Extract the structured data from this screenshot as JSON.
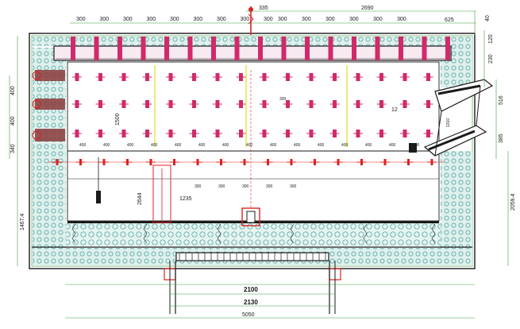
{
  "colors": {
    "dimension_line": "#3a9a3a",
    "refractory_fill": "#dff0ec",
    "refractory_dots": "#3a9a9a",
    "anchor": "#d12a6b",
    "structure": "#1a1a1a",
    "red_marker": "#e02020",
    "yellow_line": "#e0e020"
  },
  "dimensions": {
    "top_pitch": [
      "300",
      "300",
      "300",
      "300",
      "300",
      "300",
      "300",
      "300",
      "300",
      "300",
      "300",
      "300",
      "300",
      "300",
      "300",
      "300",
      "300"
    ],
    "top_335": "335",
    "top_2690": "2690",
    "top_625": "625",
    "top_40": "40",
    "right_230": "230",
    "right_120": "120",
    "right_516": "516",
    "right_385": "385",
    "right_2059": "2059.4",
    "left_400a": "400",
    "left_400b": "400",
    "left_340": "340",
    "left_1467": "1467.4",
    "inner_1500": "1500",
    "inner_1235": "1235",
    "inner_2644": "2644",
    "inner_row_400": "400",
    "inner_row_300": "300",
    "inner_12": "12",
    "inner_1310": "1310",
    "bottom_2100": "2100",
    "bottom_2130": "2130",
    "bottom_5050": "5050"
  }
}
